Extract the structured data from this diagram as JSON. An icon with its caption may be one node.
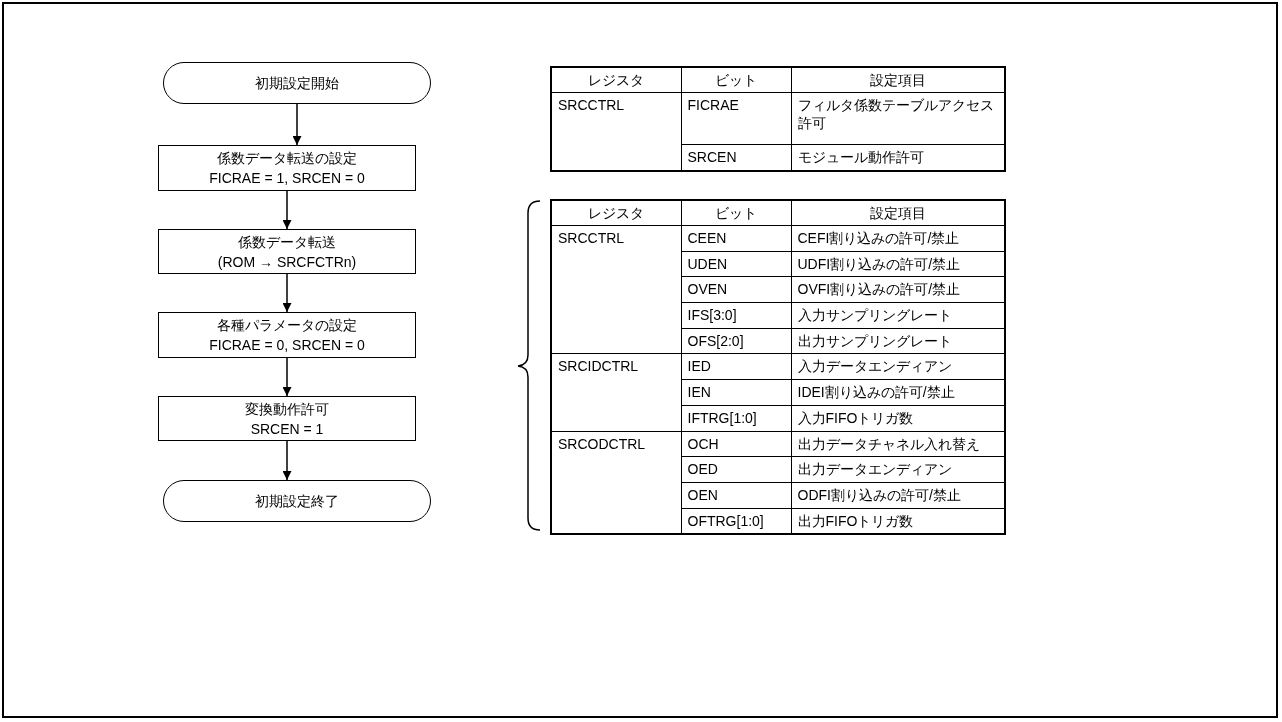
{
  "diagram": {
    "nodes": [
      {
        "text": [
          "初期設定開始"
        ]
      },
      {
        "text": [
          "係数データ転送の設定",
          "FICRAE = 1, SRCEN = 0"
        ]
      },
      {
        "text": [
          "係数データ転送",
          "(ROM → SRCFCTRn)"
        ]
      },
      {
        "text": [
          "各種パラメータの設定",
          "FICRAE = 0, SRCEN = 0"
        ]
      },
      {
        "text": [
          "変換動作許可",
          "SRCEN = 1"
        ]
      },
      {
        "text": [
          "初期設定終了"
        ]
      }
    ],
    "edges": [
      {
        "from": 0,
        "to": 1,
        "arrow": "to"
      },
      {
        "from": 1,
        "to": 2,
        "arrow": "to"
      },
      {
        "from": 2,
        "to": 3,
        "arrow": "to"
      },
      {
        "from": 3,
        "to": 4,
        "arrow": "to"
      },
      {
        "from": 4,
        "to": 5,
        "arrow": "to"
      }
    ],
    "labels": [
      "レジスタ",
      "ビット",
      "設定項目",
      "SRCCTRL",
      "FICRAE",
      "フィルタ係数テーブルアクセス許可",
      "SRCEN",
      "モジュール動作許可",
      "レジスタ",
      "ビット",
      "設定項目",
      "SRCCTRL",
      "CEEN",
      "CEFI割り込みの許可/禁止",
      "UDEN",
      "UDFI割り込みの許可/禁止",
      "OVEN",
      "OVFI割り込みの許可/禁止",
      "IFS[3:0]",
      "入力サンプリングレート",
      "OFS[2:0]",
      "出力サンプリングレート",
      "SRCIDCTRL",
      "IED",
      "入力データエンディアン",
      "IEN",
      "IDEI割り込みの許可/禁止",
      "IFTRG[1:0]",
      "入力FIFOトリガ数",
      "SRCODCTRL",
      "OCH",
      "出力データチャネル入れ替え",
      "OED",
      "出力データエンディアン",
      "OEN",
      "ODFI割り込みの許可/禁止",
      "OFTRG[1:0]",
      "出力FIFOトリガ数"
    ]
  }
}
